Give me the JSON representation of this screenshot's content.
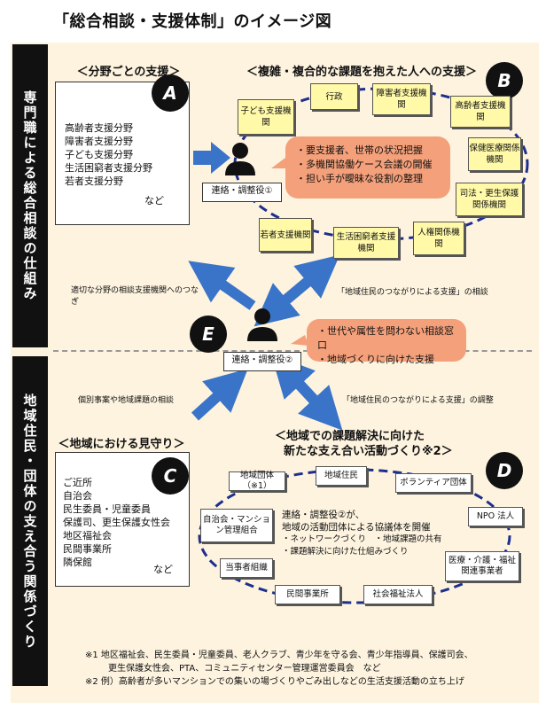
{
  "title": "「総合相談・支援体制」のイメージ図",
  "sidebar": {
    "top": "専門職による総合相談の仕組み",
    "bottom": "地域住民・団体の支え合う関係づくり"
  },
  "panel_a": {
    "heading": "＜分野ごとの支援＞",
    "label": "A",
    "items": [
      "高齢者支援分野",
      "障害者支援分野",
      "子ども支援分野",
      "生活困窮者支援分野",
      "若者支援分野"
    ],
    "etc": "など"
  },
  "panel_b": {
    "heading": "＜複雑・複合的な課題を抱えた人への支援＞",
    "label": "B",
    "agencies": [
      "行政",
      "障害者支援機関",
      "高齢者支援機関",
      "保健医療関係機関",
      "司法・更生保護関係機関",
      "人権関係機関",
      "生活困窮者支援機関",
      "若者支援機関",
      "子ども支援機関"
    ],
    "coordinator": "連絡・調整役①",
    "notes": [
      "・要支援者、世帯の状況把握",
      "・多機関協働ケース会議の開催",
      "・担い手が曖昧な役割の整理"
    ]
  },
  "panel_e": {
    "label": "E",
    "coordinator": "連絡・調整役②",
    "notes": [
      "・世代や属性を問わない相談窓口",
      "・地域づくりに向けた支援"
    ]
  },
  "arrow_labels": {
    "top_left": "適切な分野の相談支援機関へのつなぎ",
    "top_right": "「地域住民のつながりによる支援」の相談",
    "bottom_left": "個別事案や地域課題の相談",
    "bottom_right": "「地域住民のつながりによる支援」の調整"
  },
  "panel_c": {
    "heading": "＜地域における見守り＞",
    "label": "C",
    "items": [
      "ご近所",
      "自治会",
      "民生委員・児童委員",
      "保護司、更生保護女性会",
      "地区福祉会",
      "民間事業所",
      "隣保館"
    ],
    "etc": "など"
  },
  "panel_d": {
    "heading_line1": "＜地域での課題解決に向けた",
    "heading_line2": "新たな支え合い活動づくり※2＞",
    "label": "D",
    "groups": [
      "地域団体（※1）",
      "地域住民",
      "ボランティア団体",
      "NPO 法人",
      "医療・介護・福祉関連事業者",
      "社会福祉法人",
      "民間事業所",
      "当事者組織",
      "自治会・マンション管理組合"
    ],
    "center_line1": "連絡・調整役②が、",
    "center_line2": "地域の活動団体による協議体を開催",
    "center_line3": "・ネットワークづくり　・地域課題の共有",
    "center_line4": "・課題解決に向けた仕組みづくり"
  },
  "footnotes": {
    "n1_line1": "※1 地区福祉会、民生委員・児童委員、老人クラブ、青少年を守る会、青少年指導員、保護司会、",
    "n1_line2": "更生保護女性会、PTA、コミュニティセンター管理運営委員会　など",
    "n2": "※2 例）高齢者が多いマンションでの集いの場づくりやごみ出しなどの生活支援活動の立ち上げ"
  },
  "colors": {
    "arrow": "#3a74c9",
    "ring": "#1d2e8f",
    "yellow": "#fff9a8",
    "orange": "#f4a07a",
    "panel": "#fdf3df"
  }
}
